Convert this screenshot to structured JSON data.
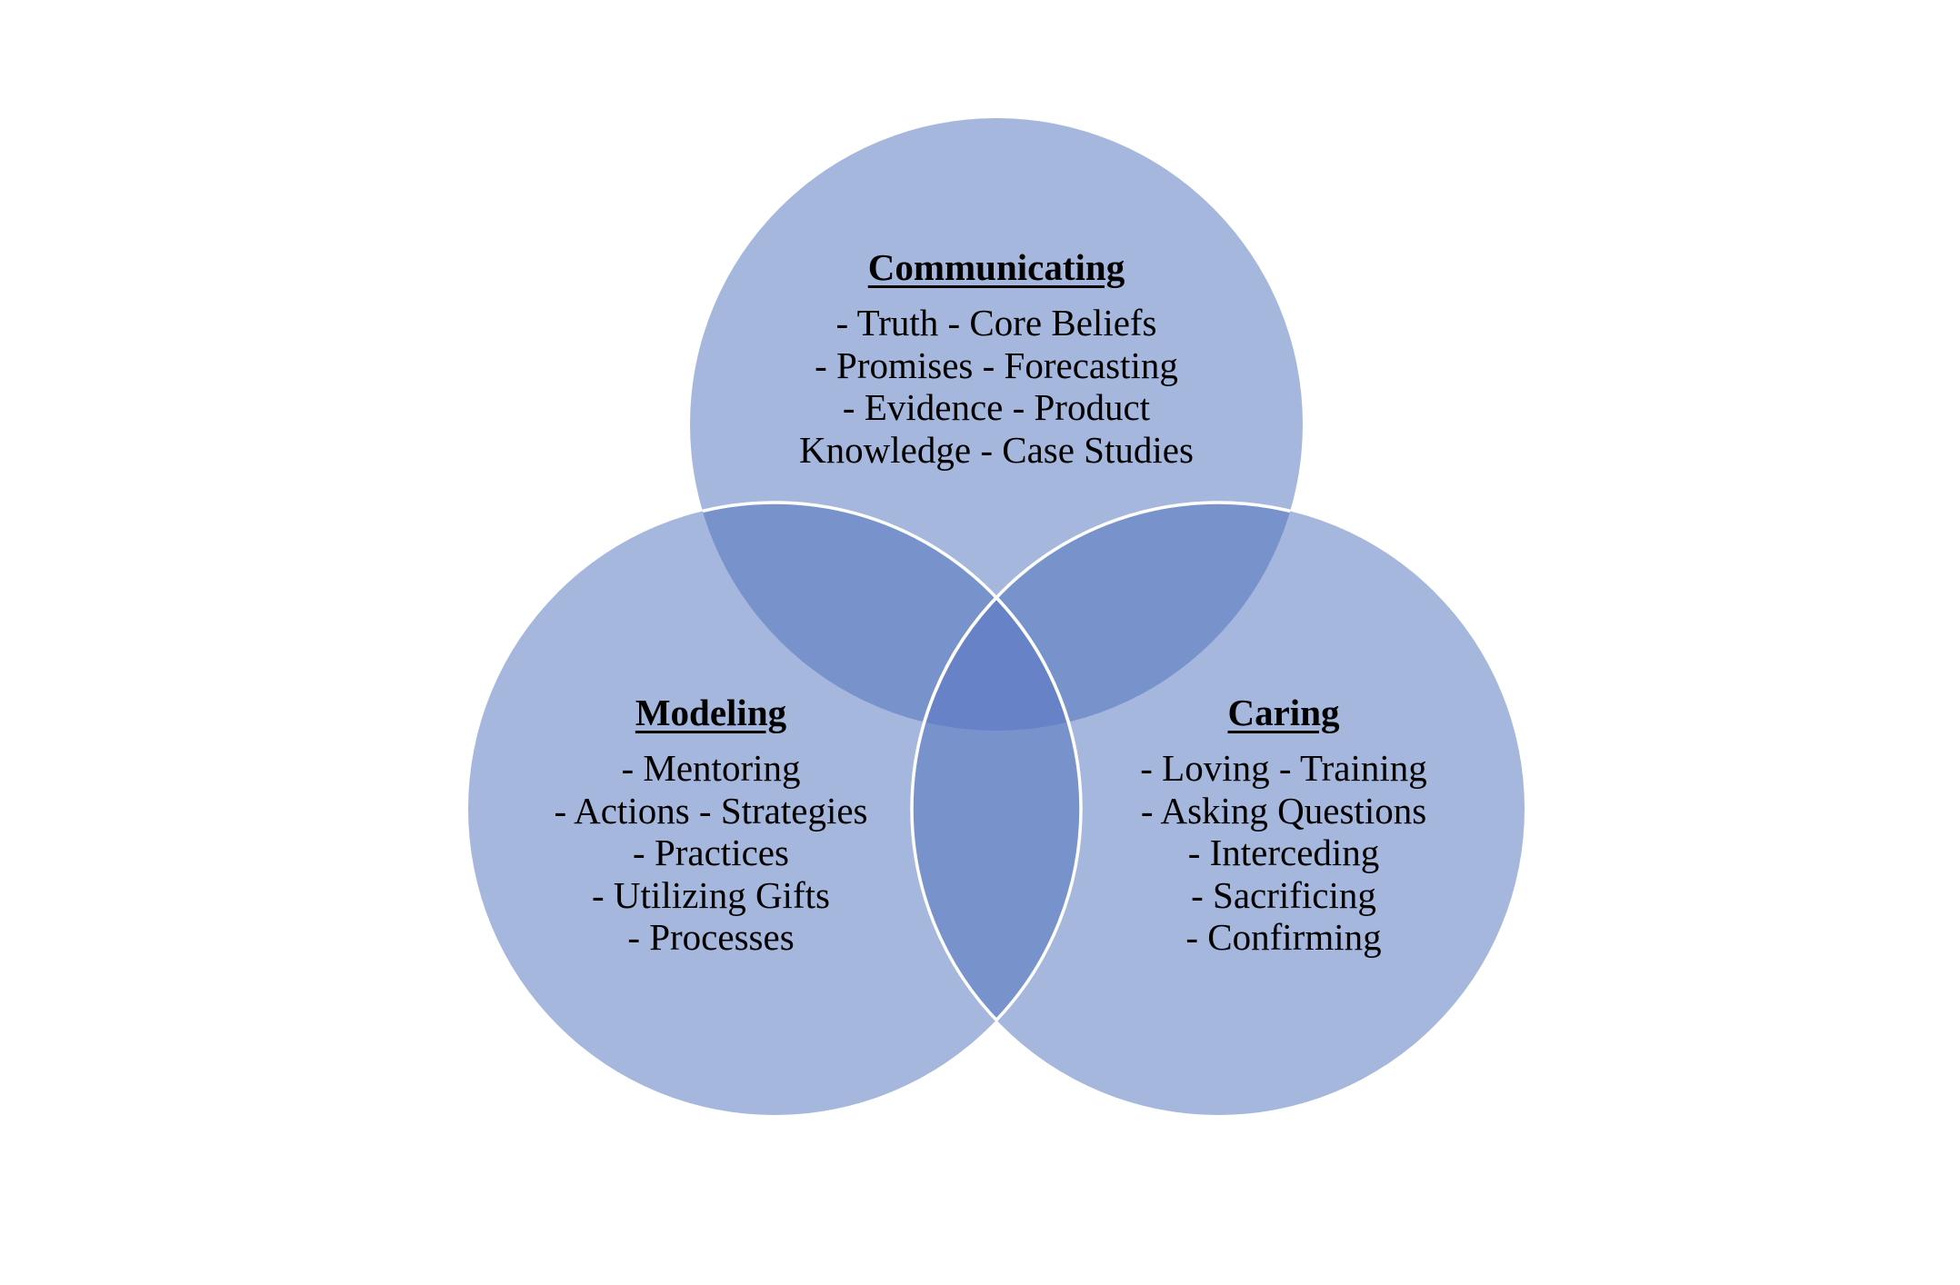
{
  "diagram": {
    "type": "three-set-venn",
    "colors": {
      "circle": "#a6b7dd",
      "pair_overlap": "#7893cb",
      "triple_overlap": "#6782c6",
      "outline": "#ffffff",
      "text": "#000000"
    },
    "sets": [
      {
        "id": "communicating",
        "title": "Communicating",
        "lines": [
          "- Truth - Core Beliefs",
          "- Promises - Forecasting",
          "- Evidence - Product",
          "Knowledge - Case Studies"
        ]
      },
      {
        "id": "modeling",
        "title": "Modeling",
        "lines": [
          "- Mentoring",
          "- Actions - Strategies",
          "- Practices",
          "- Utilizing Gifts",
          "- Processes"
        ]
      },
      {
        "id": "caring",
        "title": "Caring",
        "lines": [
          "- Loving - Training",
          "- Asking Questions",
          "- Interceding",
          "- Sacrificing",
          "- Confirming"
        ]
      }
    ]
  }
}
